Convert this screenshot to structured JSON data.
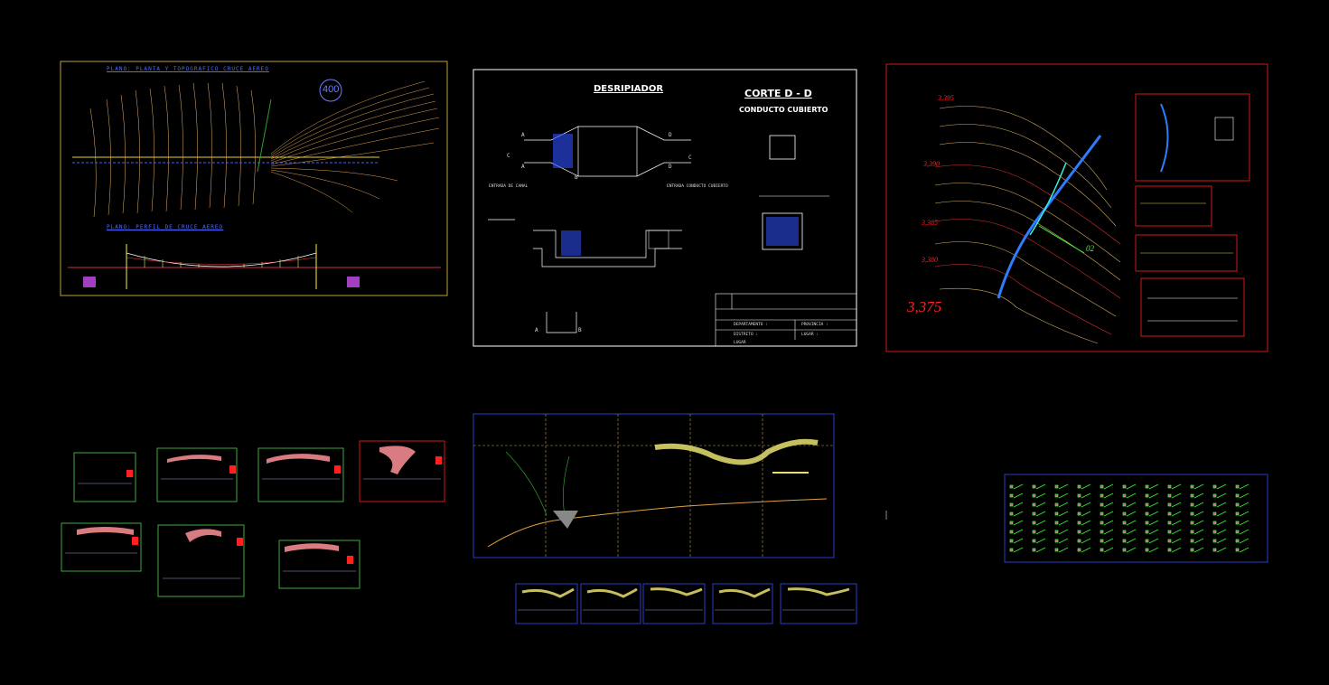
{
  "sheet1": {
    "plan_title": "PLANO: PLANTA Y TOPOGRAFICO CRUCE AEREO",
    "profile_title": "PLANO: PERFIL DE CRUCE AEREO",
    "circle_label": "400"
  },
  "sheet2": {
    "title": "DESRIPIADOR",
    "section_title": "CORTE D - D",
    "section_subtitle": "CONDUCTO CUBIERTO",
    "entrada_label": "ENTRADA DE CANAL",
    "salida_label": "ENTRADA CONDUCTO CUBIERTO",
    "markers": {
      "a": "A",
      "b": "B",
      "c": "C",
      "d": "D"
    },
    "titleblock": {
      "departamento": "DEPARTAMENTO :",
      "provincia": "PROVINCIA :",
      "distrito": "DISTRITO :",
      "lugar": "LUGAR :",
      "lugar2": "LUGAR"
    }
  },
  "sheet3": {
    "contours": [
      "3,395",
      "3,390",
      "3,385",
      "3,380"
    ],
    "big_label": "3,375",
    "marker": "02"
  },
  "colors": {
    "background": "#000000",
    "sheet1_border": "#b9a23a",
    "sheet2_border": "#ffffff",
    "sheet3_border": "#d01818",
    "profile_border": "#2d3cc8",
    "mini_border": "#3fa83f"
  }
}
